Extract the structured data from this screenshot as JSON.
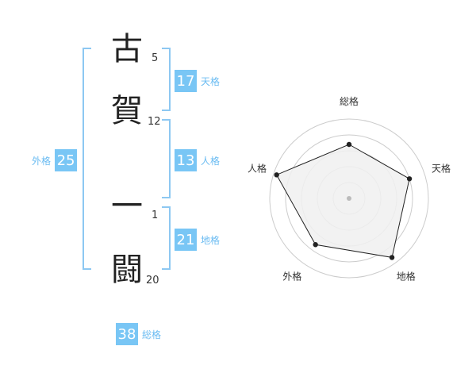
{
  "name": {
    "chars": [
      {
        "char": "古",
        "strokes": "5"
      },
      {
        "char": "賀",
        "strokes": "12"
      },
      {
        "char": "一",
        "strokes": "1"
      },
      {
        "char": "闘",
        "strokes": "20"
      }
    ]
  },
  "fortunes": {
    "tenkaku": {
      "value": "17",
      "label": "天格"
    },
    "jinkaku": {
      "value": "13",
      "label": "人格"
    },
    "chikaku": {
      "value": "21",
      "label": "地格"
    },
    "gaikaku": {
      "value": "25",
      "label": "外格"
    },
    "soukaku": {
      "value": "38",
      "label": "総格"
    }
  },
  "chart_data": {
    "type": "radar",
    "axes": [
      "総格",
      "天格",
      "地格",
      "外格",
      "人格"
    ],
    "values": [
      0.68,
      0.8,
      0.92,
      0.72,
      0.96
    ],
    "range": [
      0,
      1
    ],
    "rings": 5,
    "colors": {
      "fill": "#f0f0f0",
      "line": "#222222",
      "ring": "#cccccc",
      "center": "#bbbbbb"
    }
  }
}
